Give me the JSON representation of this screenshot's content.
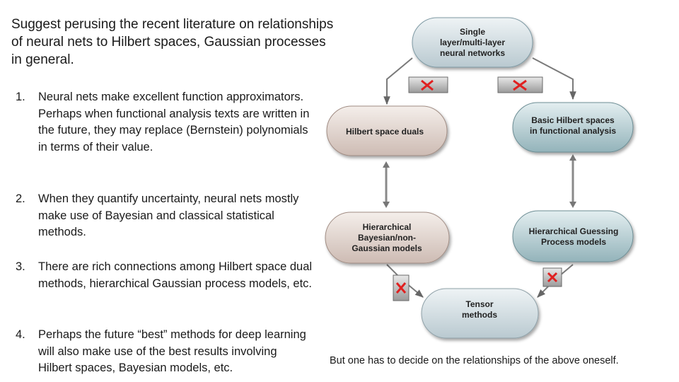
{
  "intro": " Suggest perusing the recent literature on relationships  of neural nets to Hilbert spaces, Gaussian processes in general.",
  "list": [
    {
      "num": "1.",
      "text": "Neural nets make excellent function approximators.  Perhaps when functional analysis texts are written in the future, they may replace (Bernstein) polynomials in terms of their value."
    },
    {
      "num": "2.",
      "text": "When they quantify uncertainty, neural nets mostly make use of Bayesian and classical statistical methods."
    },
    {
      "num": "3.",
      "text": "There are rich connections among Hilbert space dual methods, hierarchical Gaussian process models, etc."
    },
    {
      "num": "4.",
      "text": "Perhaps the future “best” methods for deep learning will also make use of the best results involving Hilbert spaces, Bayesian models, etc."
    }
  ],
  "diagram": {
    "nodes": {
      "top": [
        "Single",
        "layer/multi-layer",
        "neural networks"
      ],
      "left": [
        "Hilbert space duals"
      ],
      "right": [
        "Basic Hilbert spaces",
        "in functional analysis"
      ],
      "bottom_left": [
        "Hierarchical",
        "Bayesian/non-",
        "Gaussian models"
      ],
      "bottom_right": [
        "Hierarchical Guessing",
        "Process models"
      ],
      "bottom": [
        "Tensor",
        "methods"
      ]
    },
    "colors": {
      "top_node": "#c9d6dc",
      "left_nodes": "#d9ccc6",
      "right_nodes": "#a9c3c9",
      "x_mark": "#e02020"
    }
  },
  "caption": "But one has to decide on the relationships of the above oneself."
}
